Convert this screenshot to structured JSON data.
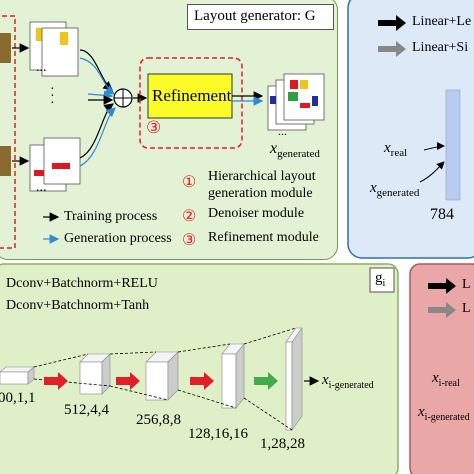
{
  "colors": {
    "gen_panel": "#e3f1d4",
    "gen_border": "#6f9a4a",
    "disc_panel": "#dde9f7",
    "disc_border": "#2f6fb5",
    "gi_panel": "#dff0c8",
    "gi_border": "#8fae5c",
    "loss_panel": "#e9a7a7",
    "loss_border": "#b0585b",
    "refine_fill": "#fbfb27",
    "module_red": "#e21f26",
    "generation_blue": "#2e89d8",
    "dcrelu_arrow": "#e21f26",
    "dctanh_arrow": "#3fae49",
    "layout_yellow": "#f0c419",
    "layout_red": "#e0171f",
    "layout_blue": "#1f2fa0",
    "layout_green": "#2ea043",
    "brown_block": "#8a6a2f"
  },
  "generator": {
    "title": "Layout generator: G",
    "refinement_label": "Refinement",
    "refinement_number": "③",
    "output_label_x": "x",
    "output_label_sub": "generated",
    "dots": "...",
    "legend": [
      {
        "num": "①",
        "text_line1": "Hierarchical layout",
        "text_line2": "generation module"
      },
      {
        "num": "②",
        "text_line1": "Denoiser module",
        "text_line2": ""
      },
      {
        "num": "③",
        "text_line1": "Refinement module",
        "text_line2": ""
      }
    ],
    "training_label": "Training process",
    "generation_label": "Generation process"
  },
  "discriminator": {
    "legend1": "Linear+Le",
    "legend2": "Linear+Si",
    "x_real": "x",
    "x_real_sub": "real",
    "x_gen": "x",
    "x_gen_sub": "generated",
    "dim": "784"
  },
  "gi": {
    "title_main": "g",
    "title_sub": "i",
    "legend1": "Dconv+Batchnorm+RELU",
    "legend2": "Dconv+Batchnorm+Tanh",
    "output_x": "x",
    "output_sub": "i-generated",
    "layers": [
      "00,1,1",
      "512,4,4",
      "256,8,8",
      "128,16,16",
      "1,28,28"
    ]
  },
  "loss_panel": {
    "legend1": "L",
    "legend2": "L",
    "input_real": "x",
    "input_real_sub": "i-real",
    "input_gen": "x",
    "input_gen_sub": "i-generated"
  }
}
